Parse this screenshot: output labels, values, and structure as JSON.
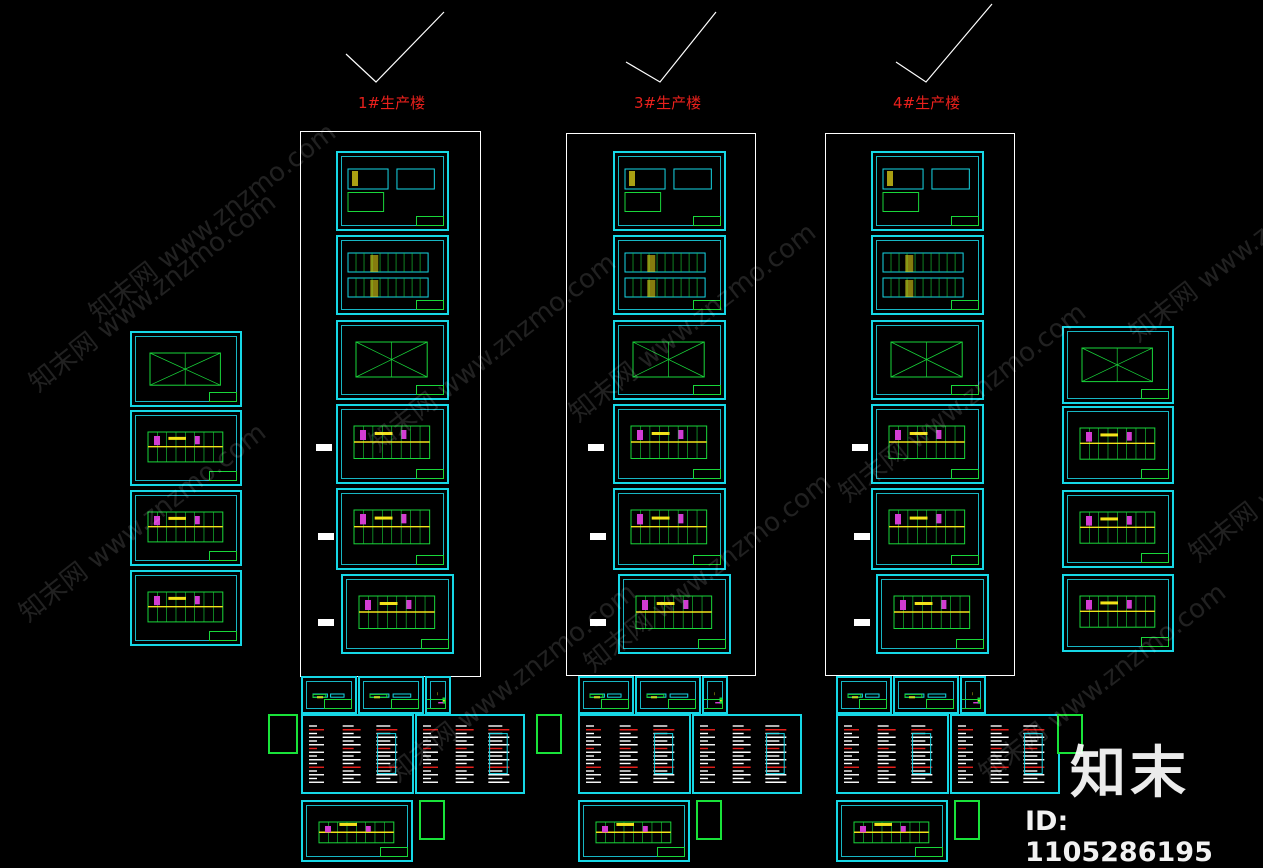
{
  "labels": {
    "building_1": "1#生产楼",
    "building_3": "3#生产楼",
    "building_4": "4#生产楼"
  },
  "watermark": {
    "text": "知末网 www.znzmo.com"
  },
  "brand": {
    "logo_text": "知末",
    "id_text": "ID: 1105286195"
  },
  "colors": {
    "background": "#000000",
    "label": "#e8201c",
    "sheet_border": "#16d7e6",
    "drawing_lines": "#19d63a",
    "accent_magenta": "#d23cd2",
    "accent_yellow": "#f2e21a",
    "note_red": "#e8201c",
    "frame": "#ffffff"
  }
}
